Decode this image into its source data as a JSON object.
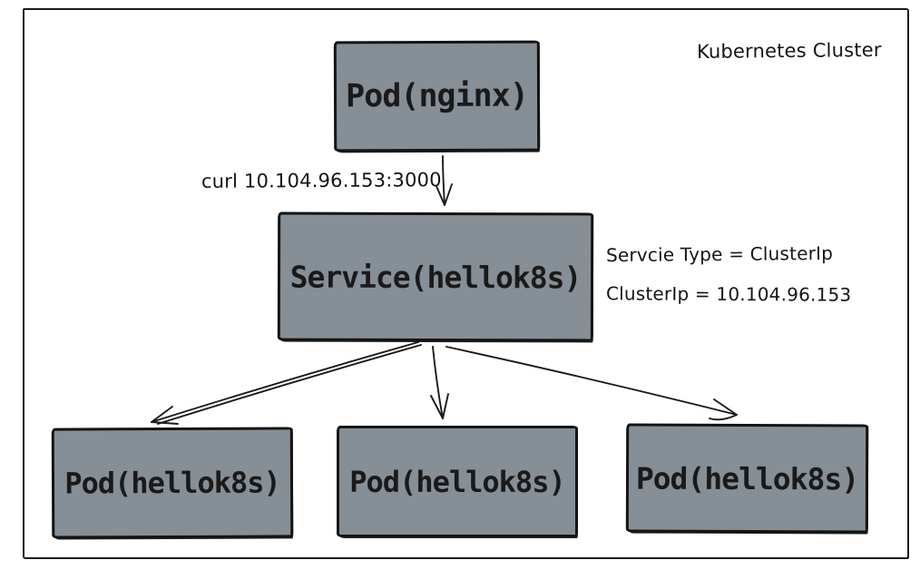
{
  "diagram": {
    "cluster_label": "Kubernetes Cluster",
    "nodes": {
      "pod_nginx": "Pod(nginx)",
      "service": "Service(hellok8s)",
      "pod_a": "Pod(hellok8s)",
      "pod_b": "Pod(hellok8s)",
      "pod_c": "Pod(hellok8s)"
    },
    "annotations": {
      "curl_command": "curl 10.104.96.153:3000",
      "service_type": "Servcie Type = ClusterIp",
      "cluster_ip": "ClusterIp = 10.104.96.153"
    },
    "colors": {
      "node_fill": "#868e96",
      "stroke": "#1b1b1b",
      "background": "#ffffff"
    }
  }
}
